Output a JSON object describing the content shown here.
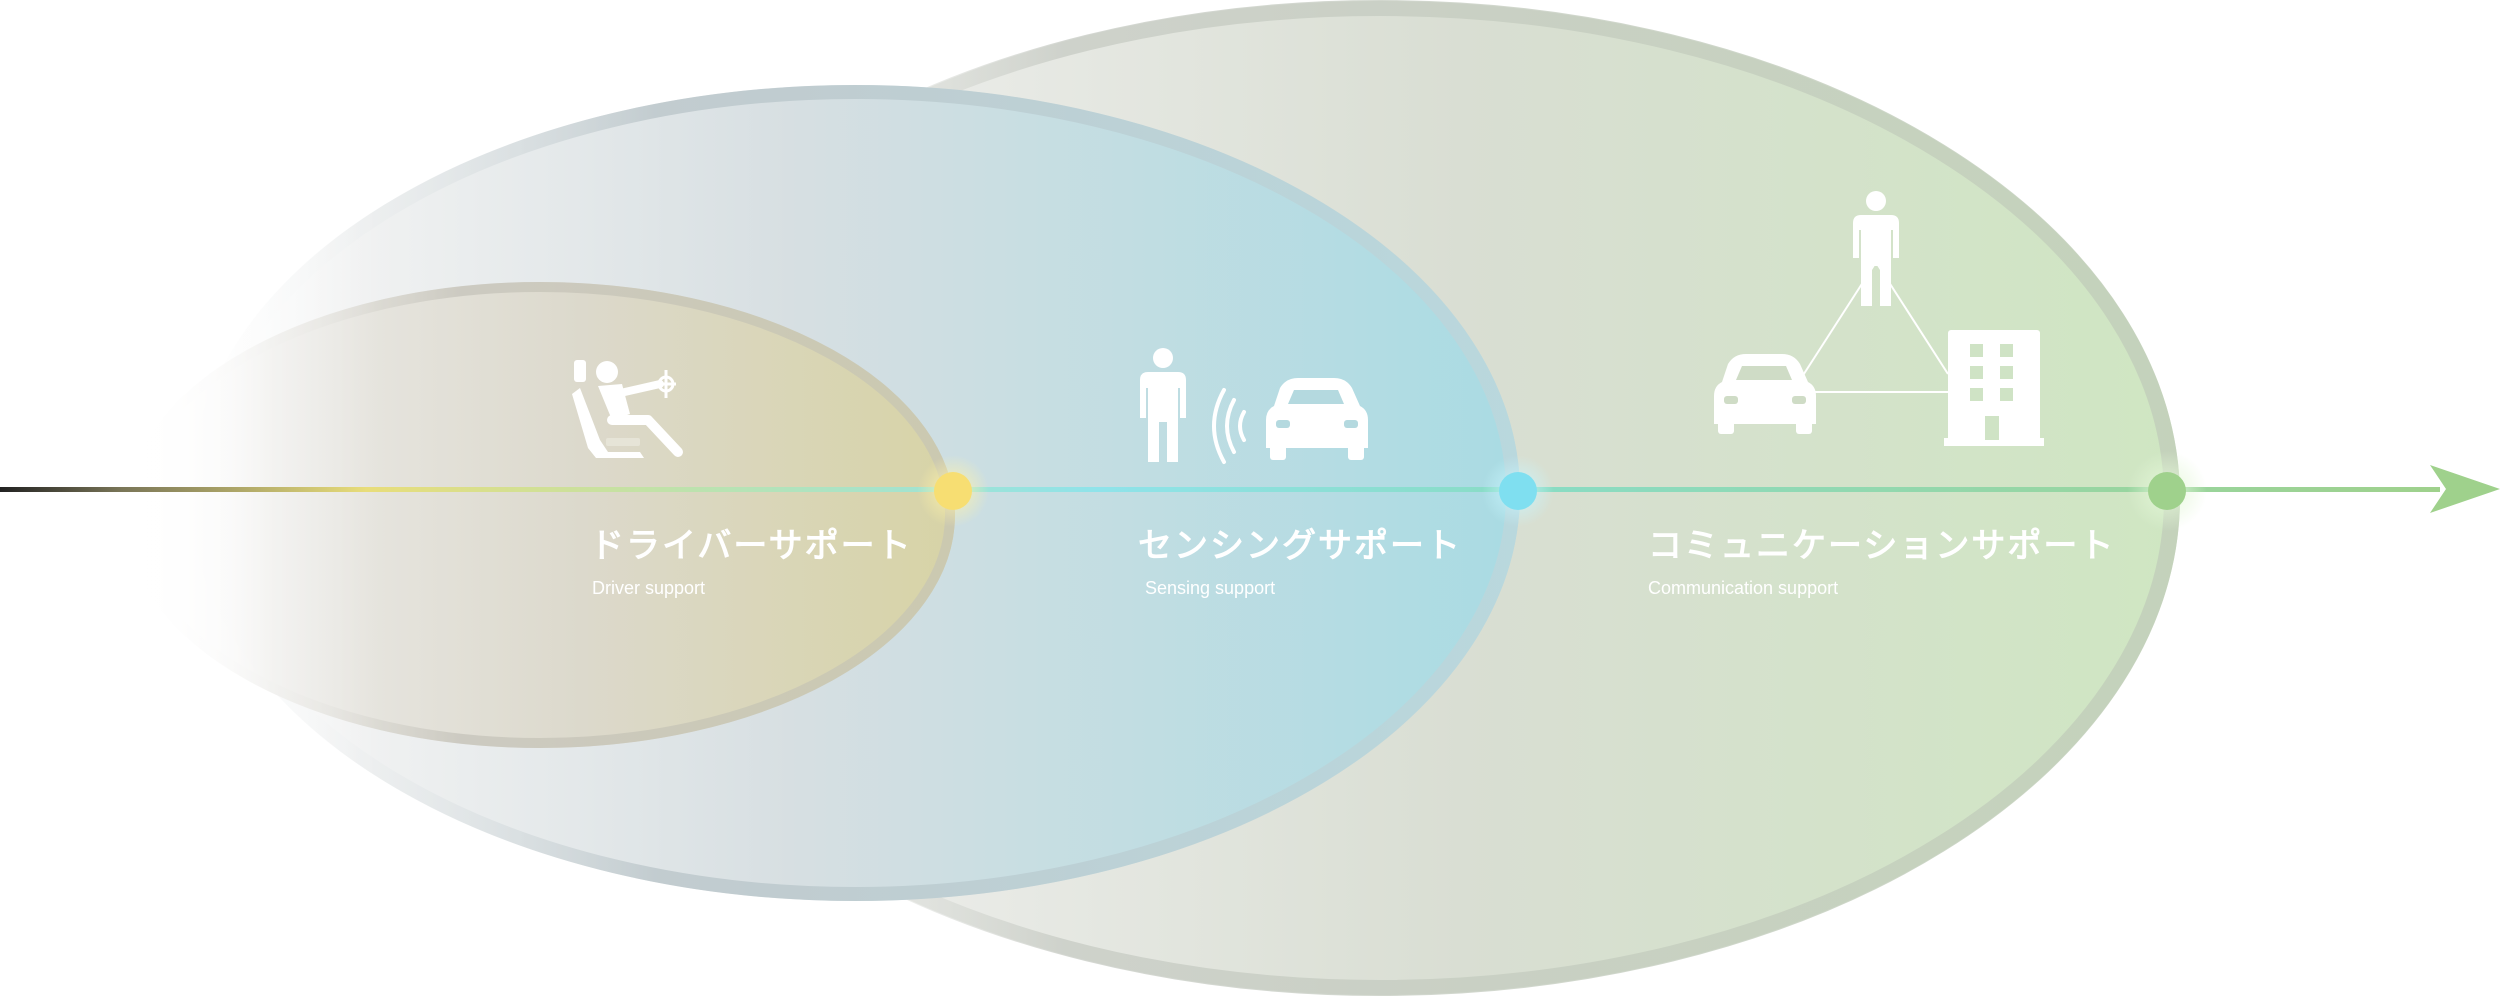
{
  "stages": [
    {
      "id": "driver",
      "title_jp": "ドライバーサポート",
      "title_en": "Driver support",
      "accent": "#f7de72",
      "icon": "driver-seat-icon"
    },
    {
      "id": "sensing",
      "title_jp": "センシングサポート",
      "title_en": "Sensing support",
      "accent": "#7fdff0",
      "icon": "person-signal-car-icon"
    },
    {
      "id": "communication",
      "title_jp": "コミュニケーションサポート",
      "title_en": "Communication support",
      "accent": "#9fd18c",
      "icon": "person-car-building-network-icon"
    }
  ],
  "axis": {
    "start_color": "#222222",
    "end_color": "#9fd18c"
  },
  "colors": {
    "driver_fill": "#d6d3a8",
    "sensing_fill": "#a8dbe2",
    "communication_fill": "#cde3c1",
    "ring": "#c3c7c0"
  }
}
